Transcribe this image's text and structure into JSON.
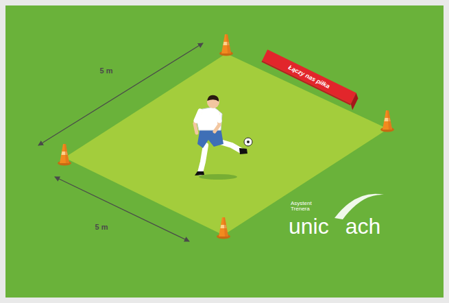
{
  "diagram": {
    "labels": [
      "5 m",
      "5 m",
      "Łączy nas piłka",
      "Asystent Trenera",
      "unic",
      "ach"
    ]
  }
}
